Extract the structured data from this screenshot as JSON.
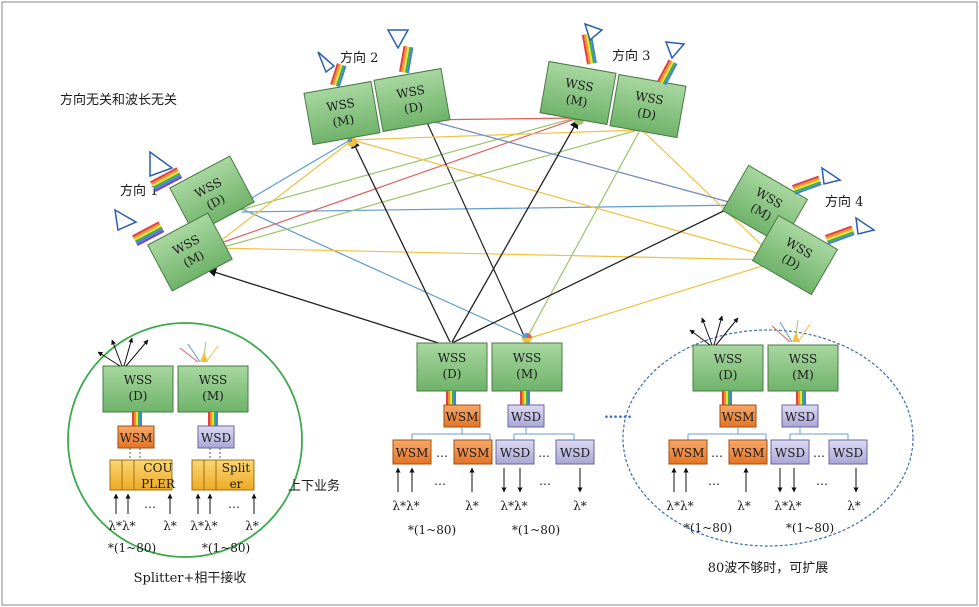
{
  "title_left": "方向无关和波长无关",
  "directions": {
    "d1": {
      "label": "方向 1",
      "top": "WSS\n(D)",
      "bottom": "WSS\n(M)"
    },
    "d2": {
      "label": "方向 2",
      "left": "WSS\n(M)",
      "right": "WSS\n(D)"
    },
    "d3": {
      "label": "方向 3",
      "left": "WSS\n(M)",
      "right": "WSS\n(D)"
    },
    "d4": {
      "label": "方向 4",
      "top": "WSS\n(M)",
      "bottom": "WSS\n(D)"
    }
  },
  "center": {
    "wss_d": "WSS\n(D)",
    "wss_m": "WSS\n(M)",
    "wsm": "WSM",
    "wsd": "WSD",
    "sub_wsm": "WSM",
    "sub_wsd": "WSD",
    "dots": "…",
    "lambda_left": "λ*λ*",
    "lambda_right": "λ*",
    "range": "*(1~80)"
  },
  "ellipsis_blue": "……",
  "left_group": {
    "wss_d": "WSS\n(D)",
    "wss_m": "WSS\n(M)",
    "wsm": "WSM",
    "wsd": "WSD",
    "coupler": "COU\nPLER",
    "splitter": "Split\ner",
    "lambda_left": "λ*λ*",
    "lambda_right": "λ*",
    "dots": "…",
    "range": "*(1~80)",
    "caption": "Splitter+相干接收"
  },
  "right_group": {
    "wss_d": "WSS\n(D)",
    "wss_m": "WSS\n(M)",
    "wsm": "WSM",
    "wsd": "WSD",
    "dots": "…",
    "lambda_left": "λ*λ*",
    "lambda_right": "λ*",
    "range": "*(1~80)",
    "caption": "80波不够时，可扩展"
  },
  "updown_label": "上下业务",
  "colors": {
    "green_box": "#8fc98a",
    "orange_box": "#f08a3c",
    "lavender_box": "#c9c6e6",
    "yellow_box": "#f6c24a",
    "line_blue": "#5b9bd5",
    "line_red": "#e06060",
    "line_yellow": "#f0c040",
    "line_green": "#9bc46a",
    "line_black": "#222222",
    "circle_green": "#3aaa4a",
    "ellipse_blue": "#3a6fb0"
  }
}
